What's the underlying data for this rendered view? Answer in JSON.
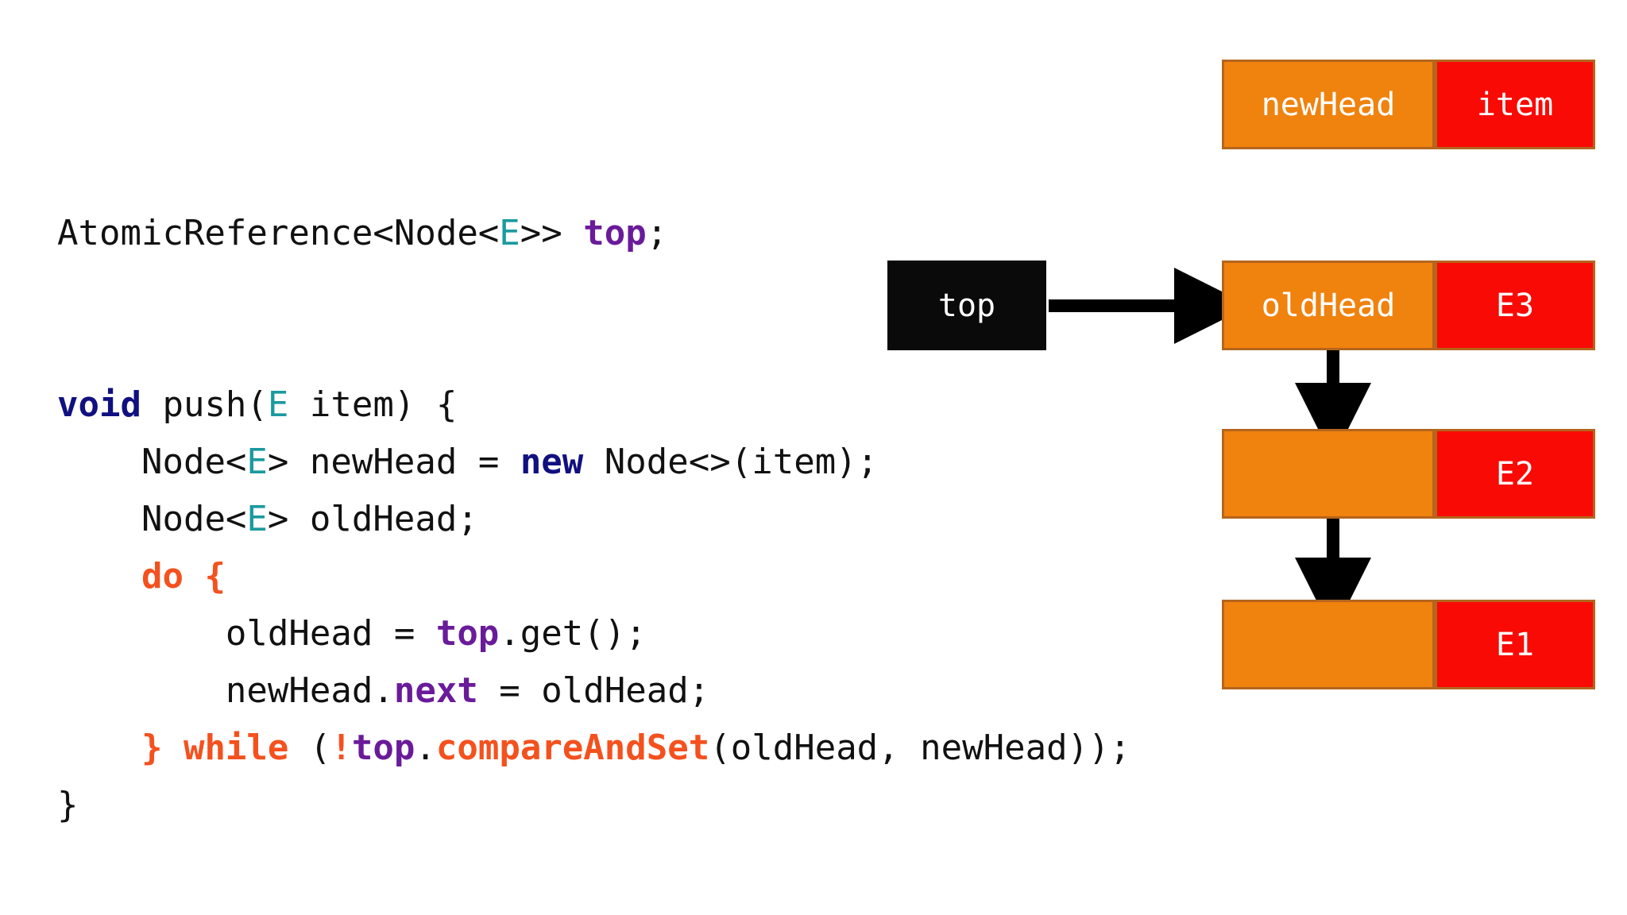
{
  "code": {
    "language": "java",
    "lines": [
      {
        "id": "decl-top",
        "indent": 0,
        "tokens": [
          {
            "t": "AtomicReference<Node<",
            "c": "plain"
          },
          {
            "t": "E",
            "c": "type"
          },
          {
            "t": ">> ",
            "c": "plain"
          },
          {
            "t": "top",
            "c": "field"
          },
          {
            "t": ";",
            "c": "plain"
          }
        ]
      },
      {
        "id": "sig-push",
        "indent": 0,
        "tokens": [
          {
            "t": "void",
            "c": "kw"
          },
          {
            "t": " push(",
            "c": "plain"
          },
          {
            "t": "E",
            "c": "type"
          },
          {
            "t": " item) {",
            "c": "plain"
          }
        ]
      },
      {
        "id": "new-head",
        "indent": 1,
        "tokens": [
          {
            "t": "Node<",
            "c": "plain"
          },
          {
            "t": "E",
            "c": "type"
          },
          {
            "t": "> newHead = ",
            "c": "plain"
          },
          {
            "t": "new",
            "c": "kw"
          },
          {
            "t": " Node<>(item);",
            "c": "plain"
          }
        ]
      },
      {
        "id": "old-head-decl",
        "indent": 1,
        "tokens": [
          {
            "t": "Node<",
            "c": "plain"
          },
          {
            "t": "E",
            "c": "type"
          },
          {
            "t": "> oldHead;",
            "c": "plain"
          }
        ]
      },
      {
        "id": "do-open",
        "indent": 1,
        "tokens": [
          {
            "t": "do {",
            "c": "ctl"
          }
        ]
      },
      {
        "id": "old-head-get",
        "indent": 2,
        "tokens": [
          {
            "t": "oldHead = ",
            "c": "plain"
          },
          {
            "t": "top",
            "c": "field"
          },
          {
            "t": ".get();",
            "c": "plain"
          }
        ]
      },
      {
        "id": "link-next",
        "indent": 2,
        "tokens": [
          {
            "t": "newHead.",
            "c": "plain"
          },
          {
            "t": "next",
            "c": "field"
          },
          {
            "t": " = oldHead;",
            "c": "plain"
          }
        ]
      },
      {
        "id": "while-cas",
        "indent": 1,
        "tokens": [
          {
            "t": "} while",
            "c": "ctl"
          },
          {
            "t": " (",
            "c": "plain"
          },
          {
            "t": "!",
            "c": "ctl"
          },
          {
            "t": "top",
            "c": "field"
          },
          {
            "t": ".",
            "c": "plain"
          },
          {
            "t": "compareAndSet",
            "c": "ctl"
          },
          {
            "t": "(oldHead, newHead));",
            "c": "plain"
          }
        ]
      },
      {
        "id": "method-close",
        "indent": 0,
        "tokens": [
          {
            "t": "}",
            "c": "plain"
          }
        ]
      }
    ]
  },
  "diagram": {
    "title": "treiber-stack-push",
    "colors": {
      "pointer_cell": "#f0820e",
      "value_cell": "#fa0a05",
      "cell_border": "#b5651d",
      "reference_box": "#0a0a0a",
      "arrow": "#000000",
      "cell_text": "#ffffff"
    },
    "reference": {
      "label": "top"
    },
    "nodes": [
      {
        "id": "new-node",
        "pointer_label": "newHead",
        "value_label": "item"
      },
      {
        "id": "node-e3",
        "pointer_label": "oldHead",
        "value_label": "E3"
      },
      {
        "id": "node-e2",
        "pointer_label": "",
        "value_label": "E2"
      },
      {
        "id": "node-e1",
        "pointer_label": "",
        "value_label": "E1"
      }
    ],
    "arrows": [
      {
        "id": "top-to-e3",
        "from": "top-reference",
        "to": "node-e3",
        "direction": "right"
      },
      {
        "id": "e3-to-e2",
        "from": "node-e3",
        "to": "node-e2",
        "direction": "down"
      },
      {
        "id": "e2-to-e1",
        "from": "node-e2",
        "to": "node-e1",
        "direction": "down"
      }
    ]
  }
}
